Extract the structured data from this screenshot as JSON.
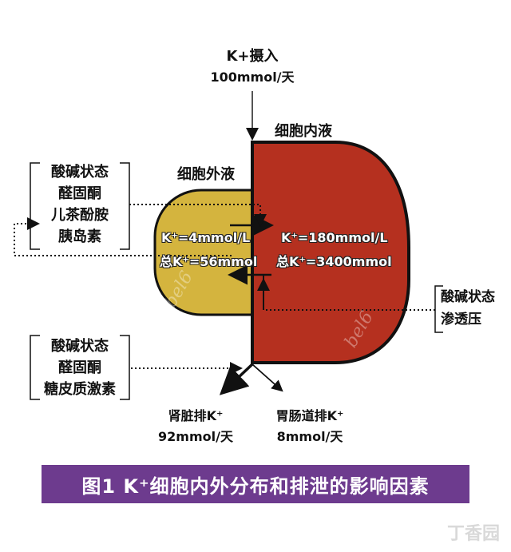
{
  "intake": {
    "line1": "K+摄入",
    "line2": "100mmol/天"
  },
  "icf_title": "细胞内液",
  "ecf_title": "细胞外液",
  "ecf": {
    "conc": "K⁺=4mmol/L",
    "total": "总K⁺=56mmol"
  },
  "icf": {
    "conc": "K⁺=180mmol/L",
    "total": "总K⁺=3400mmol"
  },
  "left_factors_top": [
    "酸碱状态",
    "醛固酮",
    "儿茶酚胺",
    "胰岛素"
  ],
  "left_factors_bottom": [
    "酸碱状态",
    "醛固酮",
    "糖皮质激素"
  ],
  "right_factors": [
    "酸碱状态",
    "渗透压"
  ],
  "kidney": {
    "line1": "肾脏排K⁺",
    "line2": "92mmol/天"
  },
  "gi": {
    "line1": "胃肠道排K⁺",
    "line2": "8mmol/天"
  },
  "caption": "图1 K⁺细胞内外分布和排泄的影响因素",
  "watermark": "bel6",
  "logo": "丁香园",
  "colors": {
    "icf": "#b5301f",
    "ecf": "#d4b43e",
    "caption_bg": "#6d3b8e"
  }
}
